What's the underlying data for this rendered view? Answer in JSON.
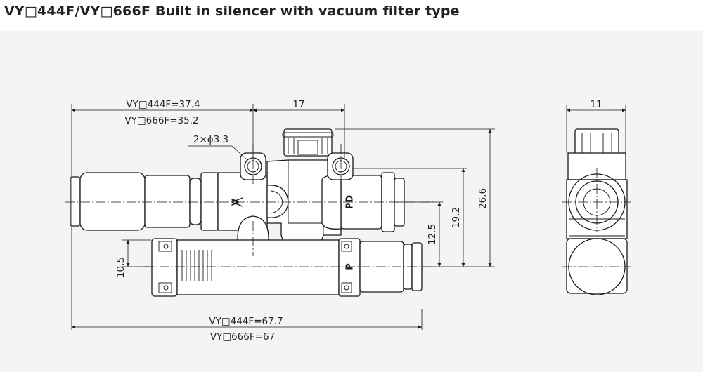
{
  "title": "VY□444F/VY□666F Built in silencer with vacuum filter type",
  "dimensions": {
    "top_left_444": "VY□444F=37.4",
    "top_left_666": "VY□666F=35.2",
    "top_mid": "17",
    "holes": "2×ϕ3.3",
    "bottom_444": "VY□444F=67.7",
    "bottom_666": "VY□666F=67",
    "h_26_6": "26.6",
    "h_19_2": "19.2",
    "h_12_5": "12.5",
    "h_10_5": "10.5",
    "side_width": "11"
  },
  "port_marks": {
    "v": "V",
    "pd": "PD",
    "p": "P"
  }
}
